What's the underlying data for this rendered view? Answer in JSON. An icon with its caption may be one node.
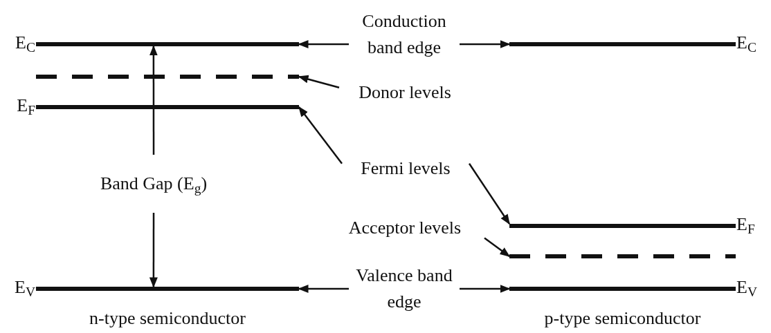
{
  "diagram": {
    "nodes": [
      {
        "text": [],
        "shape": "bar",
        "beside": [
          "E$_{C}$"
        ]
      },
      {
        "text": [],
        "shape": "dashes"
      },
      {
        "text": [],
        "shape": "bar",
        "beside": [
          "E$_{F}$"
        ]
      },
      {
        "text": [],
        "shape": "bar",
        "beside": [
          "E$_{V}$"
        ]
      },
      {
        "text": [],
        "shape": "bar",
        "beside": [
          "E$_{C}$"
        ]
      },
      {
        "text": [],
        "shape": "bar",
        "beside": [
          "E$_{F}$"
        ]
      },
      {
        "text": [],
        "shape": "dashes"
      },
      {
        "text": [],
        "shape": "bar",
        "beside": [
          "E$_{V}$"
        ]
      },
      {
        "text": [
          "Conduction band edge"
        ]
      },
      {
        "text": [
          "Donor levels"
        ]
      },
      {
        "text": [
          "Fermi levels"
        ]
      },
      {
        "text": [
          "Acceptor levels"
        ]
      },
      {
        "text": [
          "Valence band edge"
        ]
      },
      {
        "text": [
          "Band Gap (E$_{g}$)"
        ]
      }
    ],
    "edges": [
      {
        "from": 8,
        "to": 0,
        "arrow": "to"
      },
      {
        "from": 8,
        "to": 4,
        "arrow": "to"
      },
      {
        "from": 9,
        "to": 1,
        "arrow": "to"
      },
      {
        "from": 10,
        "to": 2,
        "arrow": "to"
      },
      {
        "from": 10,
        "to": 5,
        "arrow": "to"
      },
      {
        "from": 11,
        "to": 6,
        "arrow": "to"
      },
      {
        "from": 12,
        "to": 3,
        "arrow": "to"
      },
      {
        "from": 12,
        "to": 7,
        "arrow": "to"
      },
      {
        "from": 13,
        "to": 0,
        "arrow": "to"
      },
      {
        "from": 13,
        "to": 3,
        "arrow": "to"
      }
    ],
    "labels": [
      "n-type semiconductor",
      "p-type semiconductor"
    ]
  }
}
